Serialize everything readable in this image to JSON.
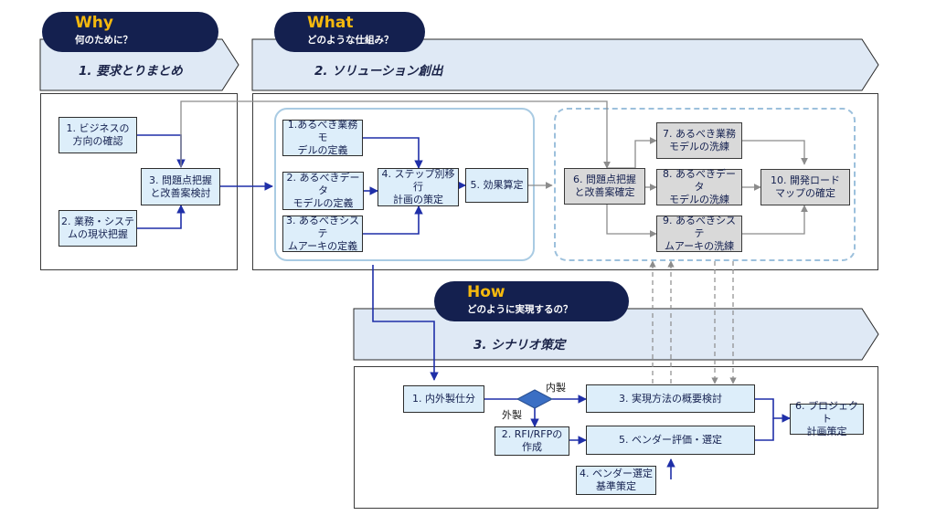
{
  "sections": {
    "why": {
      "en": "Why",
      "jp": "何のために？",
      "banner": "1. 要求とりまとめ"
    },
    "what": {
      "en": "What",
      "jp": "どのような仕組み？",
      "banner": "2. ソリューション創出"
    },
    "how": {
      "en": "How",
      "jp": "どのように実現するの？",
      "banner": "3. シナリオ策定"
    }
  },
  "why_boxes": {
    "b1": "1. ビジネスの\n方向の確認",
    "b2": "2. 業務・システ\nムの現状把握",
    "b3": "3. 問題点把握\nと改善案検討"
  },
  "what_boxes": {
    "b1": "1.あるべき業務モ\nデルの定義",
    "b2": "2. あるべきデータ\nモデルの定義",
    "b3": "3. あるべきシステ\nムアーキの定義",
    "b4": "4. ステップ別移行\n計画の策定",
    "b5": "5. 効果算定",
    "b6": "6. 問題点把握\nと改善案確定",
    "b7": "7. あるべき業務\nモデルの洗練",
    "b8": "8. あるべきデータ\nモデルの洗練",
    "b9": "9. あるべきシステ\nムアーキの洗練",
    "b10": "10. 開発ロード\nマップの確定"
  },
  "how_boxes": {
    "b1": "1. 内外製仕分",
    "b2": "2. RFI/RFPの\n作成",
    "b3": "3. 実現方法の概要検討",
    "b4": "4. ベンダー選定\n基準策定",
    "b5": "5. ベンダー評価・選定",
    "b6": "6. プロジェクト\n計画策定",
    "label_in": "内製",
    "label_out": "外製"
  },
  "colors": {
    "navy": "#14204f",
    "gold": "#f5b90e",
    "banner": "#dfe9f5",
    "box": "#ddeefa",
    "arrow": "#1f2fa8",
    "gray": "#8c8c8c",
    "dashed": "#9cc0dc"
  }
}
